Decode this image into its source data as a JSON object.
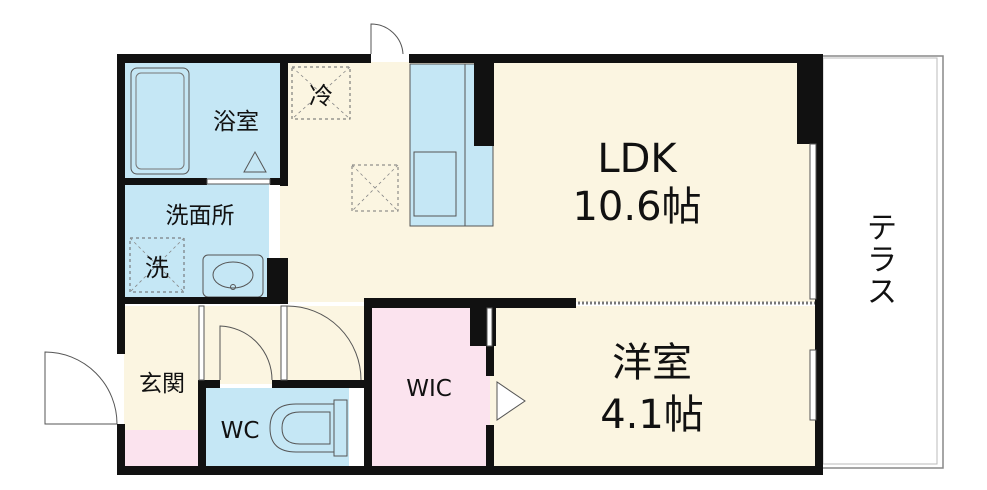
{
  "rooms": {
    "ldk": {
      "name": "LDK",
      "size": "10.6帖"
    },
    "western": {
      "name": "洋室",
      "size": "4.1帖"
    },
    "bath": "浴室",
    "washroom": "洗面所",
    "entrance": "玄関",
    "wic": "WIC",
    "wc": "WC",
    "terrace": "テラス"
  },
  "fixtures": {
    "fridge": "冷",
    "washer": "洗"
  },
  "colors": {
    "ldk_floor": "#fbf5e1",
    "wet_area": "#c5e7f5",
    "wic_floor": "#fbe3ee",
    "entrance_floor": "#fbf5e1",
    "wall": "#111111",
    "terrace": "#ffffff"
  }
}
